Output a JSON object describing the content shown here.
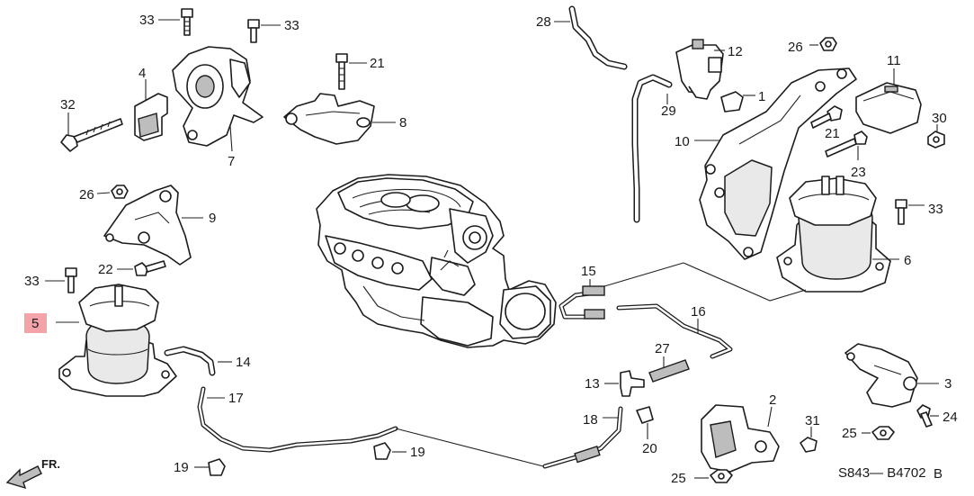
{
  "diagram": {
    "callouts": {
      "c1": "1",
      "c2": "2",
      "c3": "3",
      "c4": "4",
      "c5": "5",
      "c6": "6",
      "c7": "7",
      "c8": "8",
      "c9": "9",
      "c10": "10",
      "c11": "11",
      "c12": "12",
      "c13": "13",
      "c14": "14",
      "c15": "15",
      "c16": "16",
      "c17": "17",
      "c18": "18",
      "c19a": "19",
      "c19b": "19",
      "c20": "20",
      "c21a": "21",
      "c21b": "21",
      "c22": "22",
      "c23": "23",
      "c24": "24",
      "c25a": "25",
      "c25b": "25",
      "c26a": "26",
      "c26b": "26",
      "c27": "27",
      "c28": "28",
      "c29": "29",
      "c30": "30",
      "c31": "31",
      "c32": "32",
      "c33a": "33",
      "c33b": "33",
      "c33c": "33",
      "c33d": "33"
    },
    "highlighted_callout": "5",
    "highlight_color": "#f4a3a8",
    "front_marker": "FR.",
    "diagram_code": "S843— B4702",
    "diagram_code_suffix": "B"
  }
}
